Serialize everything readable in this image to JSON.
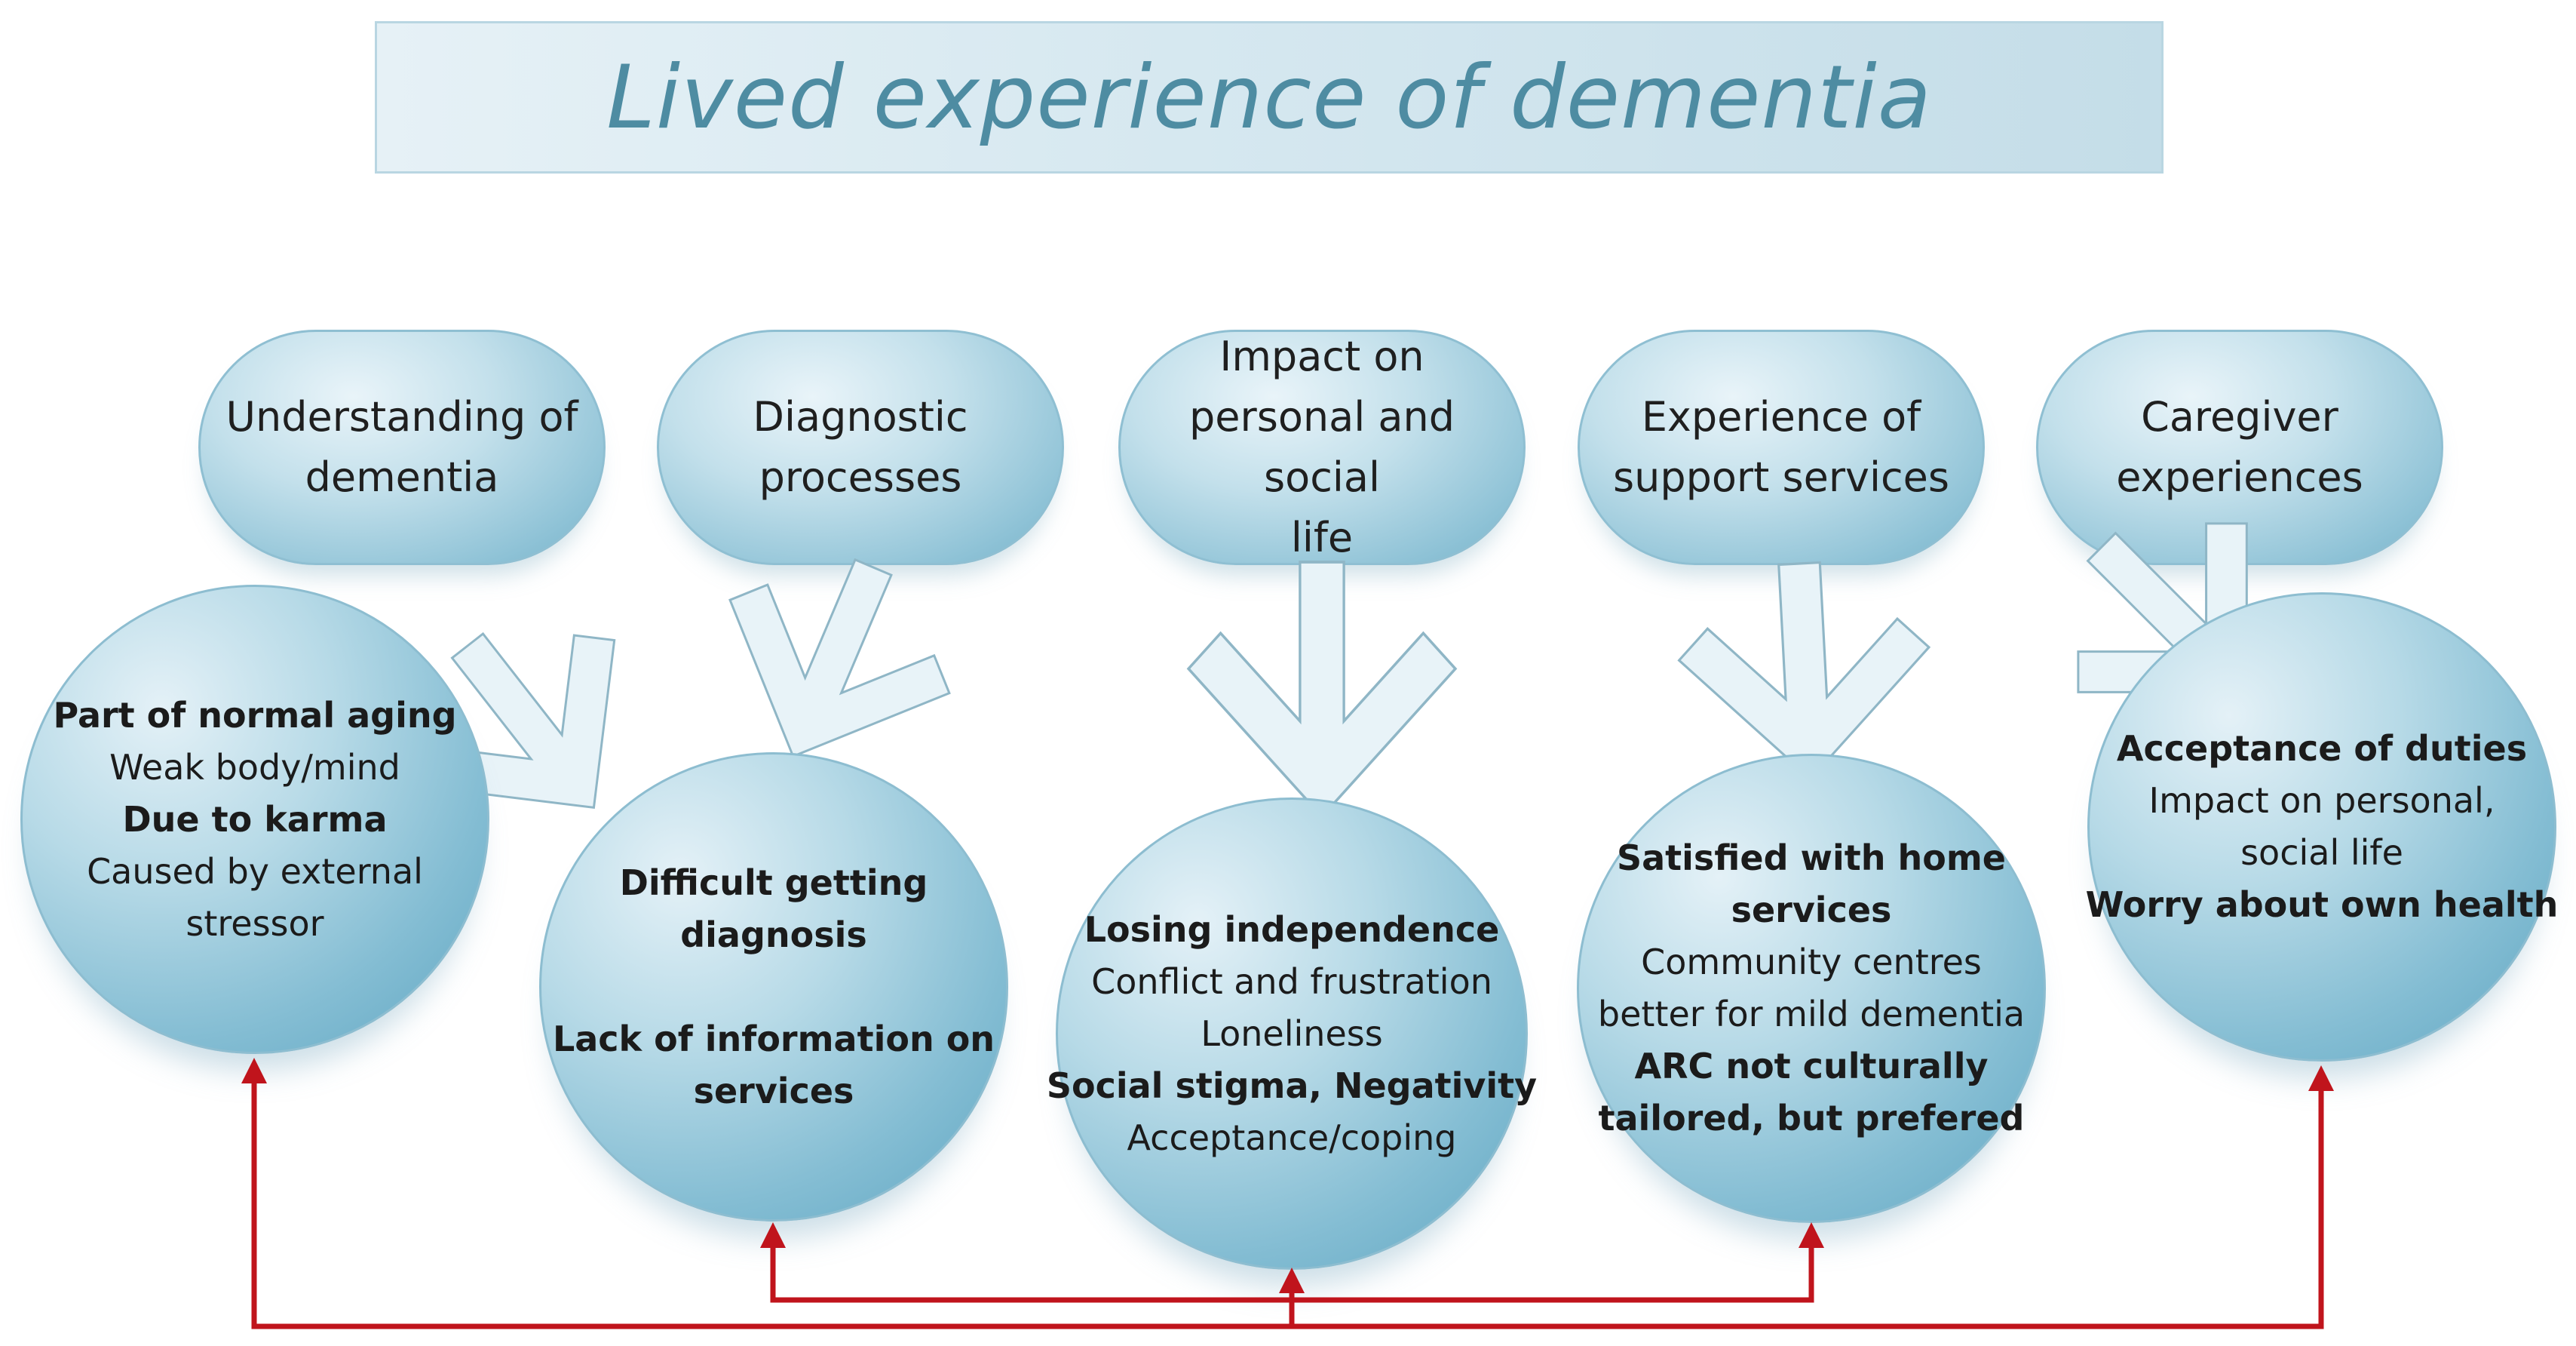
{
  "title": "Lived experience of dementia",
  "colors": {
    "title_text": "#4e8ca2",
    "connector_red": "#c0141c",
    "arrow_fill": "#e8f3f8",
    "arrow_stroke": "#8fb6c6"
  },
  "themes": [
    {
      "label": "Understanding of\ndementia",
      "details": [
        {
          "text": "Part of normal aging",
          "bold": true
        },
        {
          "text": "Weak body/mind",
          "bold": false
        },
        {
          "text": "Due to karma",
          "bold": true
        },
        {
          "text": "Caused by external",
          "bold": false
        },
        {
          "text": "stressor",
          "bold": false
        }
      ]
    },
    {
      "label": "Diagnostic\nprocesses",
      "details": [
        {
          "text": "Difficult getting",
          "bold": true
        },
        {
          "text": "diagnosis",
          "bold": true
        },
        {
          "text": "",
          "bold": false
        },
        {
          "text": "Lack of  information on",
          "bold": true
        },
        {
          "text": "services",
          "bold": true
        }
      ]
    },
    {
      "label": "Impact on\npersonal and social\nlife",
      "details": [
        {
          "text": "Losing independence",
          "bold": true
        },
        {
          "text": "Conflict and frustration",
          "bold": false
        },
        {
          "text": "Loneliness",
          "bold": false
        },
        {
          "text": "Social stigma, Negativity",
          "bold": true
        },
        {
          "text": "Acceptance/coping",
          "bold": false
        }
      ]
    },
    {
      "label": "Experience of\nsupport services",
      "details": [
        {
          "text": "Satisfied with home",
          "bold": true
        },
        {
          "text": "services",
          "bold": true
        },
        {
          "text": "Community centres",
          "bold": false
        },
        {
          "text": "better for mild dementia",
          "bold": false
        },
        {
          "text": "ARC not culturally",
          "bold": true
        },
        {
          "text": "tailored, but prefered",
          "bold": true
        }
      ]
    },
    {
      "label": "Caregiver\nexperiences",
      "details": [
        {
          "text": "Acceptance of duties",
          "bold": true
        },
        {
          "text": "Impact on personal,",
          "bold": false
        },
        {
          "text": "social life",
          "bold": false
        },
        {
          "text": "Worry about own health",
          "bold": true
        }
      ]
    }
  ]
}
